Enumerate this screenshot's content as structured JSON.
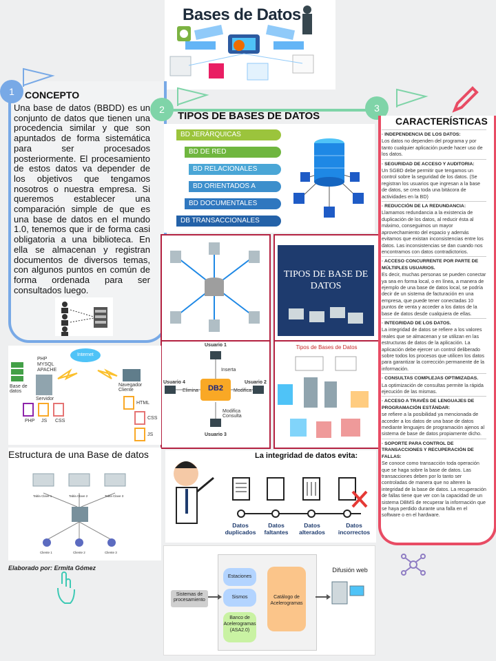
{
  "header": {
    "title": "Bases de Datos"
  },
  "concept": {
    "badge": "1",
    "title": "CONCEPTO",
    "text": "Una base de datos (BBDD) es un conjunto de datos que tienen una procedencia similar y que son apuntados de forma sistemática para ser procesados posteriormente. El procesamiento de estos datos va depender de los objetivos que tengamos nosotros o nuestra empresa. Si queremos establecer una comparación simple de que es una base de datos en el mundo 1.0, tenemos que ir de forma casi obligatoria a una biblioteca. En ella se almacenan y registran documentos de diversos temas, con algunos puntos en común de forma ordenada para ser consultados luego."
  },
  "tipos": {
    "badge": "2",
    "title": "TIPOS DE BASES DE DATOS",
    "items": [
      {
        "label": "BD JERÁRQUICAS",
        "color": "#9bc43c"
      },
      {
        "label": "BD DE RED",
        "color": "#6fb63f"
      },
      {
        "label": "BD RELACIONALES",
        "color": "#4aa6d6"
      },
      {
        "label": "BD ORIENTADOS A OBJETOS",
        "color": "#3d8fcc"
      },
      {
        "label": "BD DOCUMENTALES",
        "color": "#2f77bf"
      },
      {
        "label": "DB TRANSACCIONALES",
        "color": "#2462a8"
      }
    ],
    "slide_title": "TIPOS DE BASE DE DATOS",
    "db2": {
      "users": [
        "Usuario 1",
        "Usuario 2",
        "Usuario 3",
        "Usuario 4"
      ],
      "actions": [
        "Inserta",
        "Elimina",
        "Modifica",
        "Modifica Consulta"
      ],
      "center": "DB2"
    },
    "tipos_diagram_title": "Tipos de Bases de Datos"
  },
  "web": {
    "labels": [
      "PHP",
      "MYSQL",
      "APACHE",
      "Internet",
      "Base de datos",
      "Servidor",
      "Navegador Cliente",
      "HTML",
      "CSS",
      "JS",
      "PHP",
      "JS",
      "CSS"
    ]
  },
  "estructura": {
    "title": "Estructura de una Base de datos",
    "tables": [
      "Tabla Clave 1",
      "Tabla Clave 2",
      "Tabla Clave 3"
    ],
    "clients": [
      "Cliente 1",
      "Cliente 2",
      "Cliente 3"
    ]
  },
  "integridad": {
    "title": "La integridad de datos evita:",
    "items": [
      "Datos duplicados",
      "Datos faltantes",
      "Datos alterados",
      "Datos incorrectos"
    ]
  },
  "caracteristicas": {
    "badge": "3",
    "title": "CARACTERÍSTICAS",
    "sections": [
      {
        "head": "· INDEPENDENCIA DE LOS DATOS:",
        "body": "Los datos no dependen del programa y por tanto cualquier aplicación puede hacer uso de los datos."
      },
      {
        "head": "· SEGURIDAD DE ACCESO Y AUDITORIA:",
        "body": "Un SGBD debe permitir que tengamos un control sobre la seguridad de los datos. (Se registran los usuarios que ingresan a la base de datos, se crea toda una bitácora de actividades en la BD)"
      },
      {
        "head": "· REDUCCIÓN DE LA REDUNDANCIA:",
        "body": "Llamamos redundancia a la existencia de duplicación de los datos, al reducir ésta al máximo, conseguimos un mayor aprovechamiento del espacio y además evitamos que existan inconsistencias entre los datos. Las inconsistencias se dan cuando nos encontramos con datos contradictorios."
      },
      {
        "head": "· ACCESO CONCURRENTE POR PARTE DE MÚLTIPLES USUARIOS.",
        "body": "Es decir, muchas personas se pueden conectar ya sea en forma local, o en línea, a manera de ejemplo de una base de datos local, se podría decir de un sistema de facturación en una empresa, que puede tener conectadas 10 puntos de venta y acceder a los datos de la base de datos desde cualquiera de ellas."
      },
      {
        "head": "· INTEGRIDAD DE LOS DATOS.",
        "body": "La integridad de datos se refiere a los valores reales que se almacenan y se utilizan en las estructuras de datos de la aplicación. La aplicación debe ejercer un control deliberado sobre todos los procesos que utilicen los datos para garantizar la corrección permanente de la información."
      },
      {
        "head": "· CONSULTAS COMPLEJAS OPTIMIZADAS.",
        "body": "La optimización de consultas permite la rápida ejecución de las mismas."
      },
      {
        "head": "· ACCESO A TRAVÉS DE LENGUAJES DE PROGRAMACIÓN ESTÁNDAR:",
        "body": "se refiere a la posibilidad ya mencionada de acceder a los datos de una base de datos mediante lenguajes de programación ajenos al sistema de base de datos propiamente dicho."
      },
      {
        "head": "· SOPORTE PARA CONTROL DE TRANSACCIONES Y RECUPERACIÓN DE FALLAS:",
        "body": "Se conoce como transacción toda operación que se haga sobre la base de datos. Las transacciones deben por lo tanto ser controladas de manera que no alteren la integridad de la base de datos. La recuperación de fallas tiene que ver con la capacidad de un sistema DBMS de recuperar la información que se haya perdido durante una falla en el software o en el hardware."
      }
    ]
  },
  "flujo": {
    "source": "Sistemas de procesamiento",
    "items": [
      "Estaciones",
      "Sismos",
      "Banco de Acelerogramas (ASA2.0)"
    ],
    "catalog": "Catálogo de Acelerogramas",
    "web": "Difusión web"
  },
  "autor": "Elaborado por: Ermita Gómez",
  "colors": {
    "blue": "#78a9e6",
    "green": "#7fd4a8",
    "red": "#e84c64"
  }
}
